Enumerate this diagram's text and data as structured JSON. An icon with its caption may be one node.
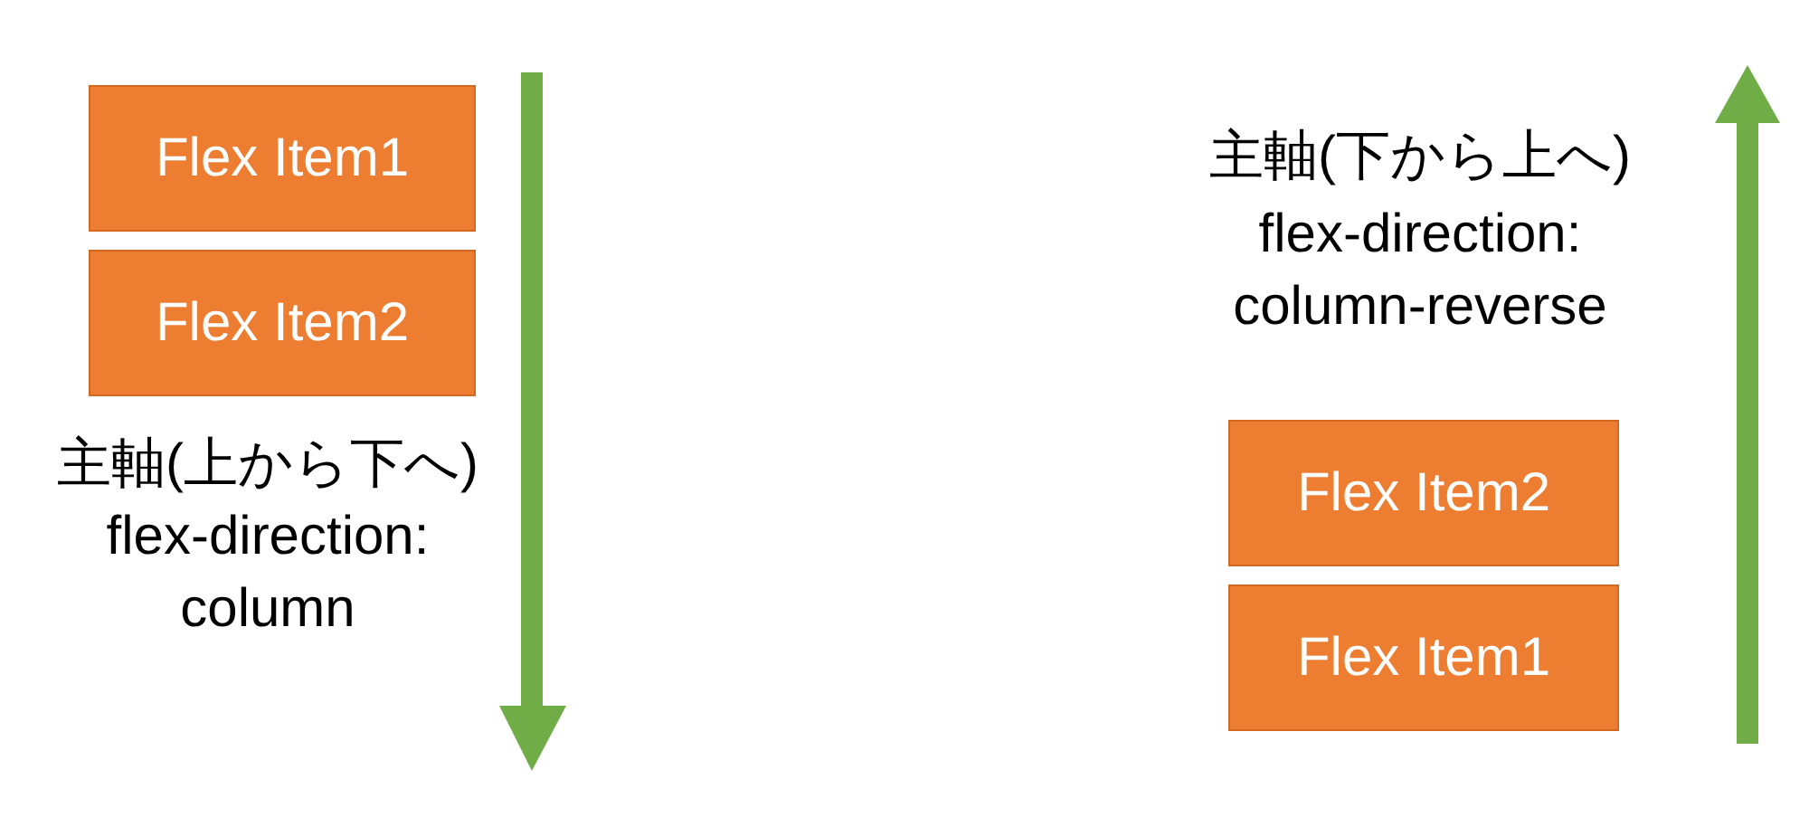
{
  "diagram": {
    "nodes": [
      {
        "text": [
          "Flex Item1"
        ]
      },
      {
        "text": [
          "Flex Item2"
        ]
      },
      {
        "text": [
          "Flex Item2"
        ]
      },
      {
        "text": [
          "Flex Item1"
        ]
      }
    ],
    "labels": [
      "主軸(上から下へ)",
      "flex-direction: column",
      "主軸(下から上へ)",
      "flex-direction: column-reverse"
    ]
  }
}
